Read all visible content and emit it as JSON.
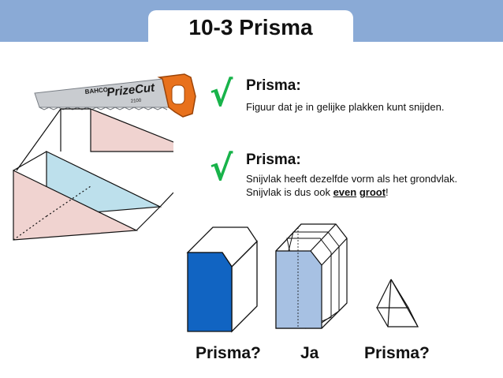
{
  "header": {
    "title": "10-3 Prisma"
  },
  "points": [
    {
      "check_icon": "checkmark-icon",
      "heading": "Prisma:",
      "line1": "Figuur dat je in gelijke plakken kunt snijden."
    },
    {
      "check_icon": "checkmark-icon",
      "heading": "Prisma:",
      "line1": "Snijvlak heeft dezelfde vorm als het grondvlak.",
      "line2_before": "Snijvlak is dus ook ",
      "line2_em1": "even",
      "line2_mid": " ",
      "line2_em2": "groot",
      "line2_after": "!"
    }
  ],
  "saw": {
    "brand": "BAHCO",
    "logo": "PrizeCut",
    "model": "2100"
  },
  "captions": {
    "left": "Prisma?",
    "middle": "Ja",
    "right": "Prisma?"
  },
  "colors": {
    "header_band": "#8aaad6",
    "check": "#18b34a",
    "pink_face": "#f0d3d0",
    "cyan_face": "#bde0ec",
    "blue_face": "#1164c2",
    "light_blue_face": "#a7c1e3",
    "saw_handle": "#e8711c"
  }
}
